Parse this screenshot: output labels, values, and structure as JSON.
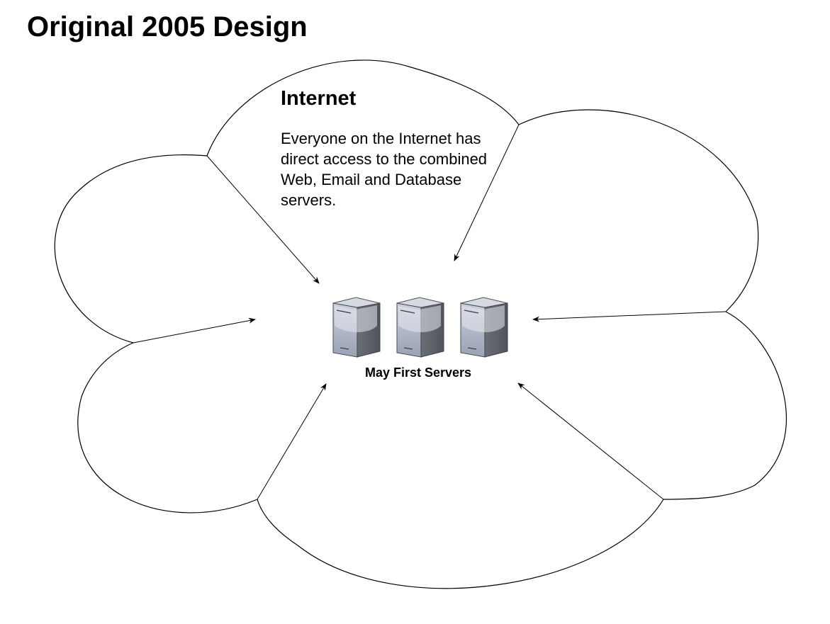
{
  "diagram": {
    "title": "Original 2005 Design",
    "cloud": {
      "title": "Internet",
      "description": "Everyone on the Internet has direct access to the combined Web, Email and Database servers."
    },
    "servers": {
      "label": "May First Servers",
      "count": 3,
      "icon": "server-tower-icon"
    },
    "arrows": {
      "count": 6
    },
    "colors": {
      "stroke": "#000000",
      "server_front": "#a7afc0",
      "server_side": "#5c6067",
      "server_top": "#d7dae3",
      "server_highlight": "#e6e8ee"
    }
  }
}
